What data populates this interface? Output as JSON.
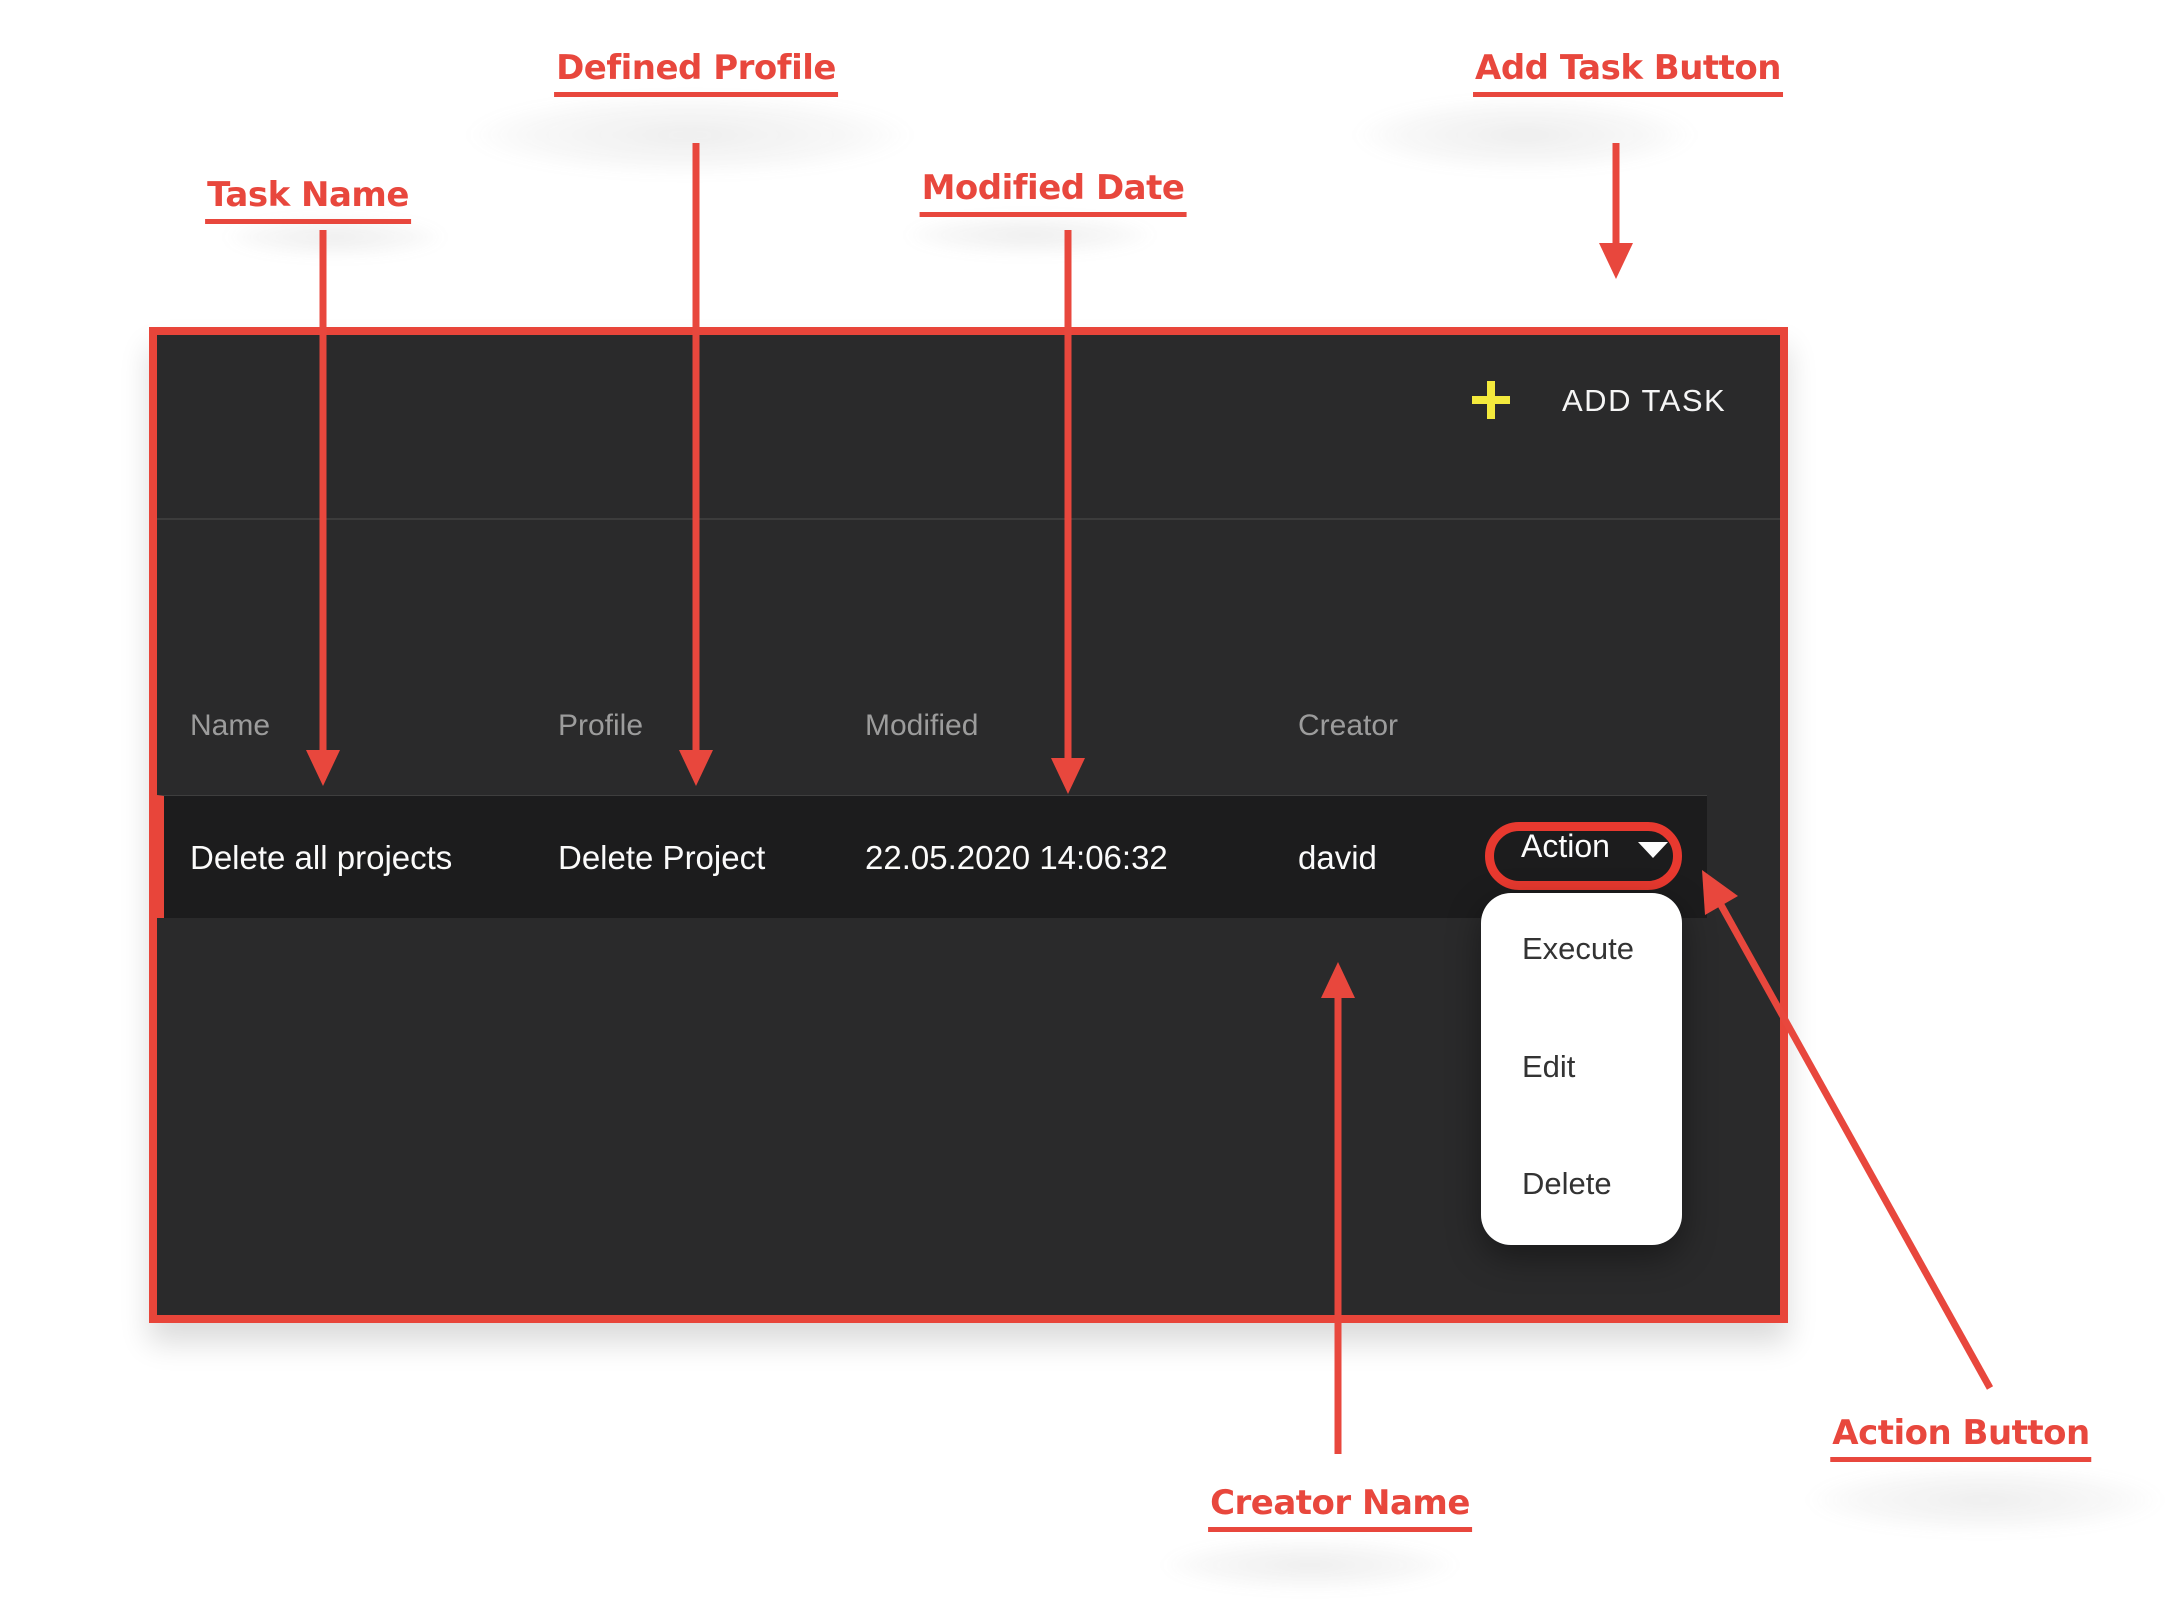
{
  "annotations": {
    "defined_profile": "Defined Profile",
    "add_task_button": "Add Task Button",
    "task_name": "Task Name",
    "modified_date": "Modified Date",
    "creator_name": "Creator Name",
    "action_button": "Action Button"
  },
  "panel": {
    "toolbar": {
      "add_task_label": "ADD TASK"
    },
    "table": {
      "columns": [
        "Name",
        "Profile",
        "Modified",
        "Creator"
      ],
      "rows": [
        {
          "name": "Delete all projects",
          "profile": "Delete Project",
          "modified": "22.05.2020 14:06:32",
          "creator": "david",
          "action_label": "Action"
        }
      ]
    },
    "action_menu": {
      "items": [
        "Execute",
        "Edit",
        "Delete"
      ]
    }
  },
  "colors": {
    "annotation_red": "#e8473d",
    "panel_border_red": "#e8453a",
    "panel_bg": "#2a2a2b",
    "row_bg": "#1c1c1d",
    "accent_yellow": "#f3e93c",
    "header_gray": "#9c9c9c",
    "divider": "#3c3c3c",
    "menu_text": "#333333"
  }
}
